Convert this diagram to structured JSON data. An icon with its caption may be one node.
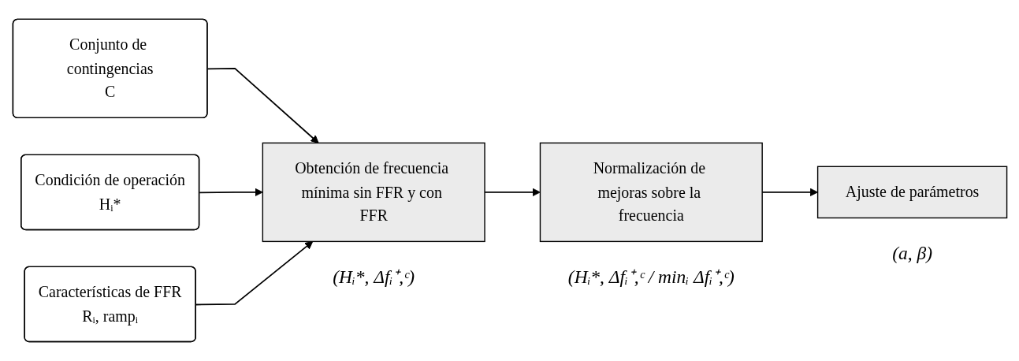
{
  "diagram": {
    "nodes": [
      {
        "text": [
          "Conjunto de contingencias",
          "C"
        ]
      },
      {
        "text": [
          "Condición de operación",
          "Hᵢ*"
        ]
      },
      {
        "text": [
          "Características de FFR",
          "Rᵢ, rampᵢ"
        ]
      },
      {
        "text": [
          "Obtención de frecuencia mínima sin FFR y con FFR"
        ],
        "beside": [
          "(Hᵢ*, Δfᵢ⁺,ᶜ)"
        ]
      },
      {
        "text": [
          "Normalización de mejoras sobre la frecuencia"
        ],
        "beside": [
          "(Hᵢ*, Δfᵢ⁺,ᶜ / minᵢ Δfᵢ⁺,ᶜ)"
        ]
      },
      {
        "text": [
          "Ajuste de parámetros"
        ],
        "beside": [
          "(a, β)"
        ]
      }
    ],
    "edges": [
      {
        "from": 0,
        "to": 3,
        "arrow": "to"
      },
      {
        "from": 1,
        "to": 3,
        "arrow": "to"
      },
      {
        "from": 2,
        "to": 3,
        "arrow": "to"
      },
      {
        "from": 3,
        "to": 4,
        "arrow": "to"
      },
      {
        "from": 4,
        "to": 5,
        "arrow": "to"
      }
    ]
  }
}
